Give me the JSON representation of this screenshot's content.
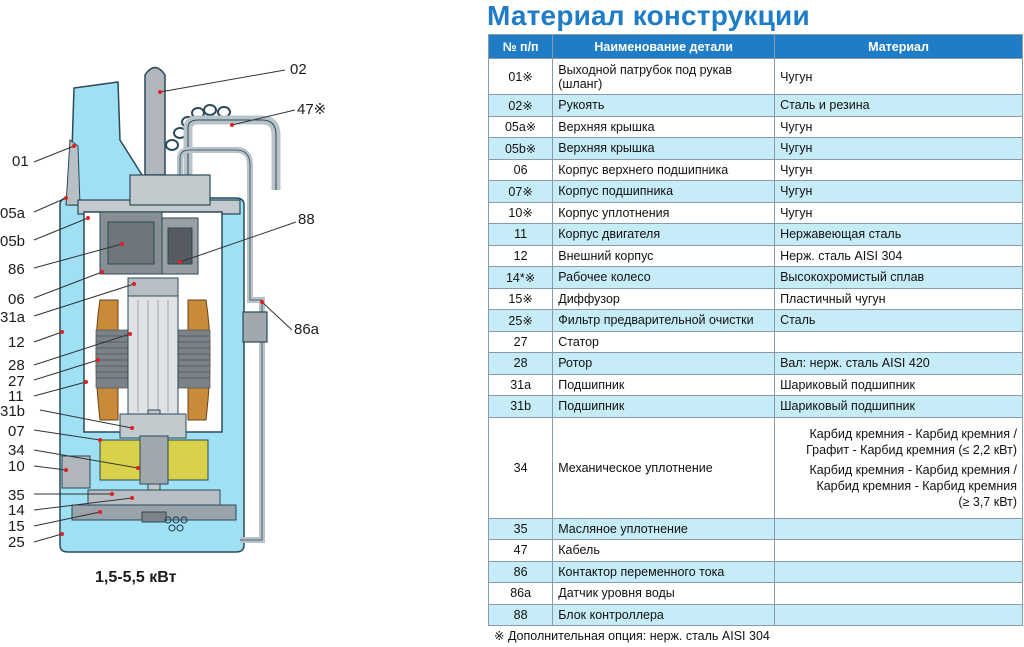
{
  "title": "Материал конструкции",
  "table": {
    "headers": [
      "№ п/п",
      "Наименование детали",
      "Материал"
    ],
    "rows": [
      {
        "no": "01※",
        "name": "Выходной патрубок под рукав (шланг)",
        "material": "Чугун"
      },
      {
        "no": "02※",
        "name": "Рукоять",
        "material": "Сталь и резина"
      },
      {
        "no": "05a※",
        "name": "Верхняя крышка",
        "material": "Чугун"
      },
      {
        "no": "05b※",
        "name": "Верхняя крышка",
        "material": "Чугун"
      },
      {
        "no": "06",
        "name": "Корпус верхнего подшипника",
        "material": "Чугун"
      },
      {
        "no": "07※",
        "name": "Корпус подшипника",
        "material": "Чугун"
      },
      {
        "no": "10※",
        "name": "Корпус уплотнения",
        "material": "Чугун"
      },
      {
        "no": "11",
        "name": "Корпус двигателя",
        "material": "Нержавеющая сталь"
      },
      {
        "no": "12",
        "name": "Внешний корпус",
        "material": "Нерж. сталь AISI 304"
      },
      {
        "no": "14*※",
        "name": "Рабочее колесо",
        "material": "Высокохромистый сплав"
      },
      {
        "no": "15※",
        "name": "Диффузор",
        "material": "Пластичный чугун"
      },
      {
        "no": "25※",
        "name": "Фильтр предварительной очистки",
        "material": "Сталь"
      },
      {
        "no": "27",
        "name": "Статор",
        "material": ""
      },
      {
        "no": "28",
        "name": "Ротор",
        "material": "Вал: нерж. сталь AISI 420"
      },
      {
        "no": "31a",
        "name": "Подшипник",
        "material": "Шариковый подшипник"
      },
      {
        "no": "31b",
        "name": "Подшипник",
        "material": "Шариковый подшипник"
      }
    ],
    "seal": {
      "no": "34",
      "name": "Механическое уплотнение",
      "m1": "Карбид кремния - Карбид кремния /",
      "m2": "Графит - Карбид кремния (≤ 2,2 кВт)",
      "m3": "Карбид кремния - Карбид кремния /",
      "m4": "Карбид кремния - Карбид кремния",
      "m5": "(≥ 3,7 кВт)"
    },
    "rows_after": [
      {
        "no": "35",
        "name": "Масляное уплотнение",
        "material": ""
      },
      {
        "no": "47",
        "name": "Кабель",
        "material": ""
      },
      {
        "no": "86",
        "name": "Контактор переменного тока",
        "material": ""
      },
      {
        "no": "86a",
        "name": "Датчик уровня воды",
        "material": ""
      },
      {
        "no": "88",
        "name": "Блок контроллера",
        "material": ""
      }
    ]
  },
  "footnote": "※ Дополнительная опция: нерж. сталь AISI 304",
  "figure": {
    "caption": "1,5-5,5 кВт",
    "labels": {
      "l01": "01",
      "l02": "02",
      "l47": "47※",
      "l05a": "05a",
      "l05b": "05b",
      "l88": "88",
      "l86": "86",
      "l06": "06",
      "l31a": "31a",
      "l86a": "86a",
      "l12": "12",
      "l28": "28",
      "l27": "27",
      "l11": "11",
      "l31b": "31b",
      "l07": "07",
      "l34": "34",
      "l10": "10",
      "l35": "35",
      "l14": "14",
      "l15": "15",
      "l25": "25"
    }
  },
  "colors": {
    "accent": "#1f7cc6",
    "row_alt": "#c6ecf7",
    "water": "#9fe0f4"
  }
}
